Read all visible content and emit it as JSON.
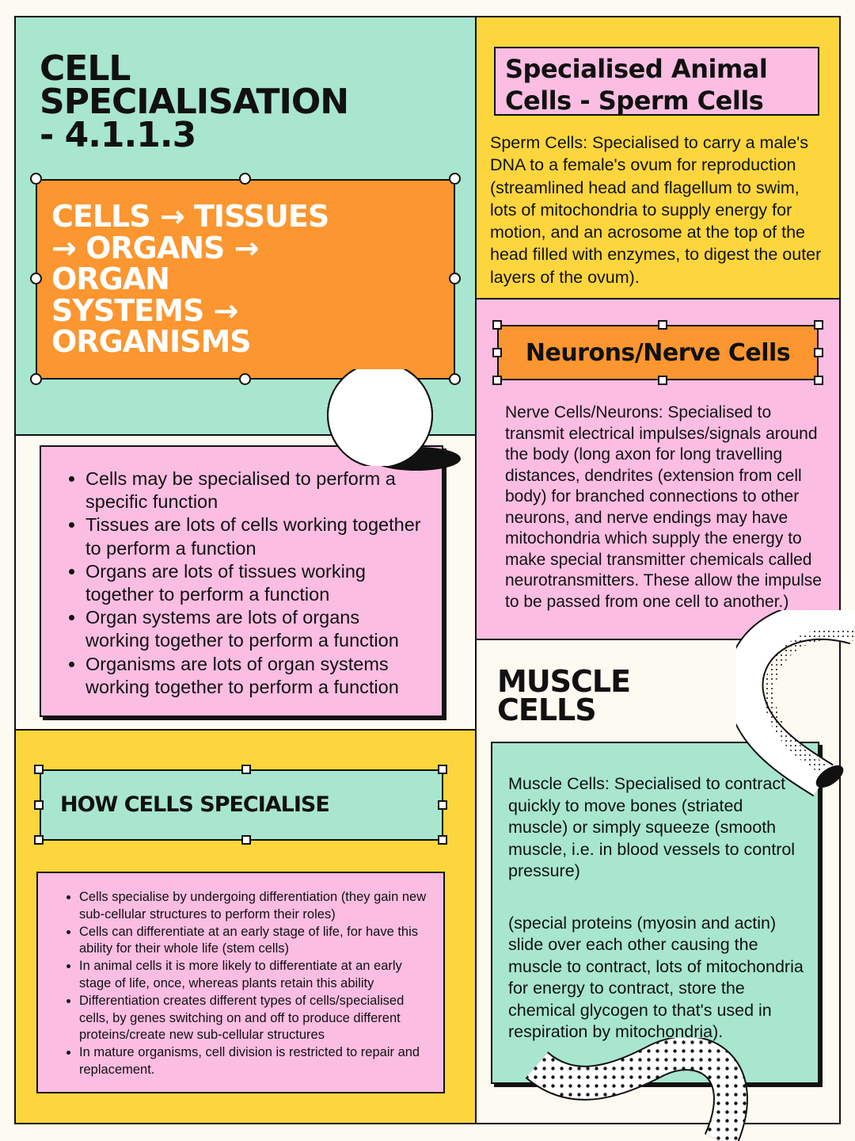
{
  "colors": {
    "mint": "#a8e6cf",
    "yellow": "#fdd63d",
    "pink": "#fbbde2",
    "orange": "#fb9630",
    "cream": "#fdfaf1",
    "ink": "#111111"
  },
  "header": {
    "title_line1": "CELL",
    "title_line2": "SPECIALISATION",
    "title_line3": "- 4.1.1.3"
  },
  "hierarchy": {
    "line1": "CELLS → TISSUES",
    "line2": "→ ORGANS →",
    "line3": "ORGAN",
    "line4": "SYSTEMS →",
    "line5": "ORGANISMS"
  },
  "definitions": [
    "Cells may be specialised to perform a specific function",
    "Tissues are lots of cells working together to perform a function",
    "Organs are lots of tissues working together to perform a function",
    "Organ systems are lots of organs working together to perform a function",
    "Organisms are lots of organ systems working together to perform a function"
  ],
  "how_cells": {
    "heading": "HOW CELLS SPECIALISE",
    "points": [
      "Cells specialise by undergoing differentiation (they gain new sub-cellular structures to perform their roles)",
      "Cells can differentiate at an early stage of life, for have this ability for their whole life (stem cells)",
      "In animal cells it is more likely to differentiate at an early stage of life, once, whereas plants retain this ability",
      "Differentiation creates different types of cells/specialised cells, by genes switching on and off to produce different proteins/create new sub-cellular structures",
      "In mature organisms, cell division is restricted to repair and replacement."
    ]
  },
  "sperm": {
    "heading_line1": "Specialised Animal",
    "heading_line2": "Cells - Sperm Cells",
    "text": "Sperm Cells: Specialised to carry a male's DNA to a female's ovum for reproduction (streamlined head and flagellum to swim, lots of mitochondria to supply energy for motion, and an acrosome at the top of the head filled with enzymes, to digest the outer layers of the ovum)."
  },
  "neurons": {
    "heading": "Neurons/Nerve Cells",
    "text": "Nerve Cells/Neurons: Specialised to transmit electrical impulses/signals around the body (long axon for long travelling distances, dendrites (extension from cell body) for branched connections to other neurons, and nerve endings may have mitochondria which supply the energy to make special transmitter chemicals called neurotransmitters. These allow the impulse to be passed from one cell to another.)"
  },
  "muscle": {
    "heading_line1": "MUSCLE",
    "heading_line2": "CELLS",
    "text1": "Muscle Cells: Specialised to contract quickly to move bones (striated muscle) or simply squeeze (smooth muscle, i.e. in blood vessels to control pressure)",
    "text2": "(special proteins (myosin and actin) slide over each other causing the muscle to contract, lots of mitochondria for energy to contract, store the chemical glycogen to that's used in respiration by mitochondria)."
  }
}
